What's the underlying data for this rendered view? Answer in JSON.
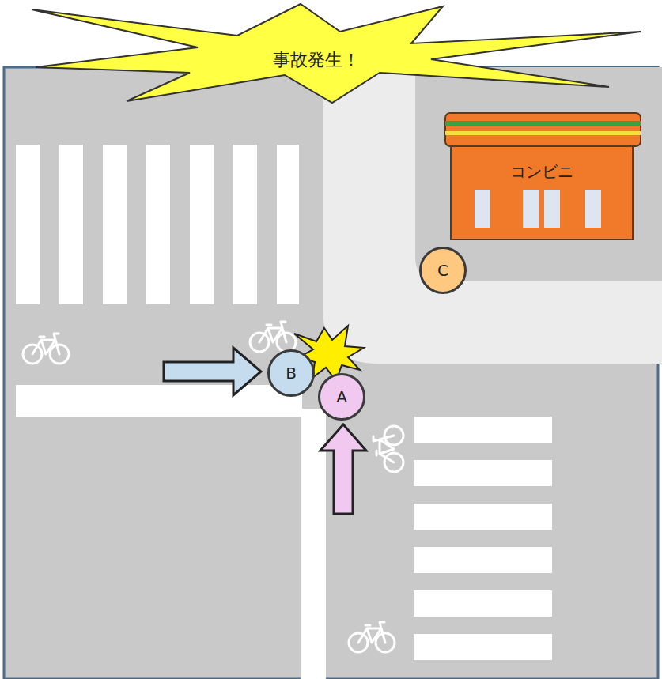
{
  "diagram": {
    "nodes": [
      {
        "text": [
          "事故発生！"
        ]
      },
      {
        "text": [
          "コンビニ"
        ]
      },
      {
        "text": [
          "C"
        ]
      },
      {
        "text": [
          "B"
        ]
      },
      {
        "text": [
          "A"
        ]
      }
    ]
  }
}
